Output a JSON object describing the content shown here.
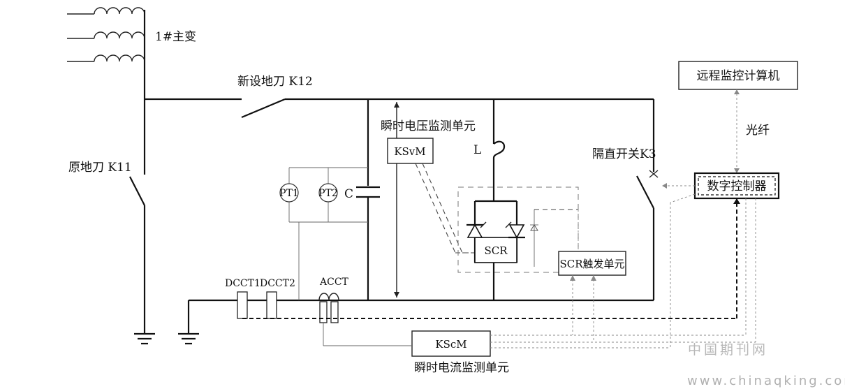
{
  "labels": {
    "transformer": "1#主变",
    "new_ground_switch": "新设地刀 K12",
    "orig_ground_switch": "原地刀 K11",
    "voltage_unit": "瞬时电压监测单元",
    "ksvm": "KSvM",
    "inductor": "L",
    "capacitor": "C",
    "pt1": "PT1",
    "pt2": "PT2",
    "scr": "SCR",
    "scr_trigger": "SCR触发单元",
    "isolating_switch": "隔直开关K3",
    "remote_computer": "远程监控计算机",
    "fiber": "光纤",
    "digital_controller": "数字控制器",
    "dcct1": "DCCT1",
    "dcct2": "DCCT2",
    "acct": "ACCT",
    "kscm": "KScM",
    "current_unit": "瞬时电流监测单元"
  },
  "watermark": {
    "cn": "中国期刊网",
    "url": "www.chinaqking.com"
  }
}
